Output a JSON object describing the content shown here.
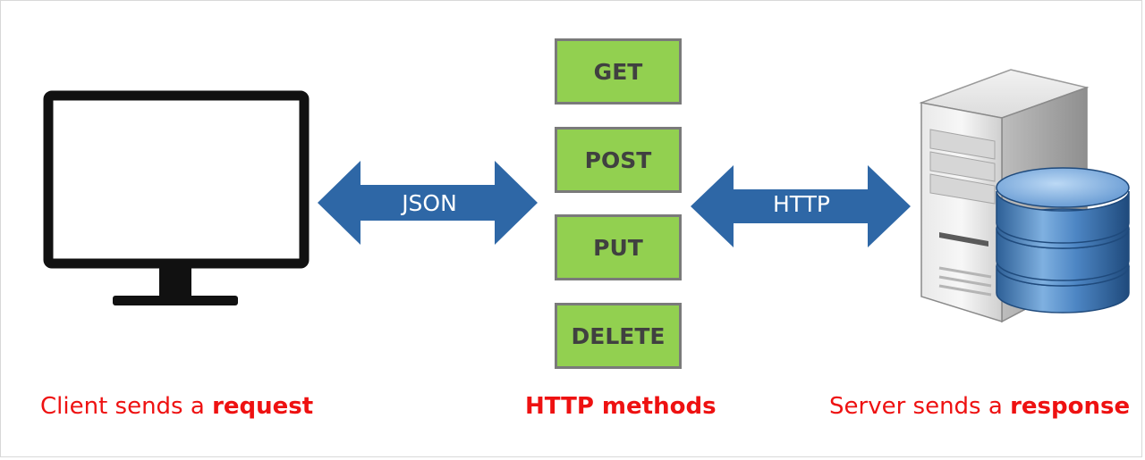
{
  "arrows": {
    "left_label": "JSON",
    "right_label": "HTTP"
  },
  "methods": {
    "get": "GET",
    "post": "POST",
    "put": "PUT",
    "delete": "DELETE"
  },
  "captions": {
    "client_prefix": "Client sends a ",
    "client_bold": "request",
    "methods_title": "HTTP methods",
    "server_prefix": "Server sends a ",
    "server_bold": "response"
  },
  "colors": {
    "method_fill": "#92d050",
    "method_border": "#7a7a7a",
    "method_text": "#404040",
    "arrow_fill": "#2e67a6",
    "caption_red": "#ee1111",
    "monitor": "#111111"
  },
  "icons": {
    "client": "monitor-icon",
    "server": "server-tower-icon",
    "database": "database-cylinder-icon"
  }
}
